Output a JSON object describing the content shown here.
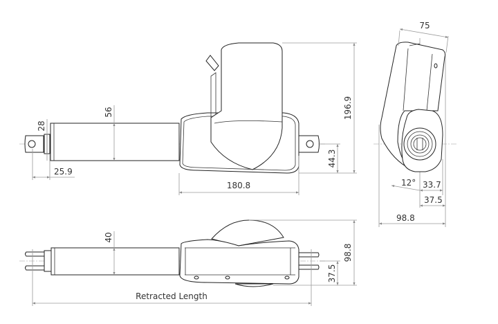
{
  "drawing": {
    "top_view": {
      "dim_rod_eye": "28",
      "dim_tube": "56",
      "dim_eye_offset": "25.9",
      "dim_housing_length": "180.8",
      "dim_height": "196.9",
      "dim_center_height": "44.3"
    },
    "end_view": {
      "dim_width_top": "75",
      "dim_angle": "12°",
      "dim_offset": "33.7",
      "dim_half": "37.5",
      "dim_total_width": "98.8"
    },
    "bottom_view": {
      "dim_tube": "40",
      "dim_height": "98.8",
      "dim_center": "37.5",
      "retracted_length_label": "Retracted Length"
    }
  }
}
